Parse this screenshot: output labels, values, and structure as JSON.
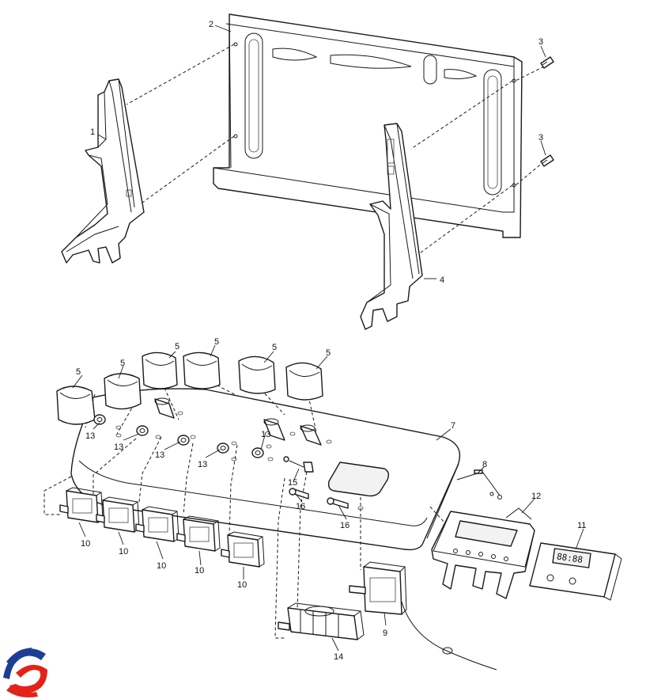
{
  "callouts": {
    "c1": "1",
    "c2": "2",
    "c3a": "3",
    "c3b": "3",
    "c4": "4",
    "c5a": "5",
    "c5b": "5",
    "c5c": "5",
    "c5d": "5",
    "c5e": "5",
    "c5f": "5",
    "c7": "7",
    "c8": "8",
    "c9": "9",
    "c10a": "10",
    "c10b": "10",
    "c10c": "10",
    "c10d": "10",
    "c10e": "10",
    "c11": "11",
    "c12": "12",
    "c13a": "13",
    "c13b": "13",
    "c13c": "13",
    "c13d": "13",
    "c13e": "13",
    "c14": "14",
    "c15": "15",
    "c16a": "16",
    "c16b": "16"
  },
  "timer_display": "88:88",
  "logo": {
    "name": "brand-logo",
    "colors": {
      "blue": "#1c3f94",
      "red": "#e2231a"
    }
  }
}
